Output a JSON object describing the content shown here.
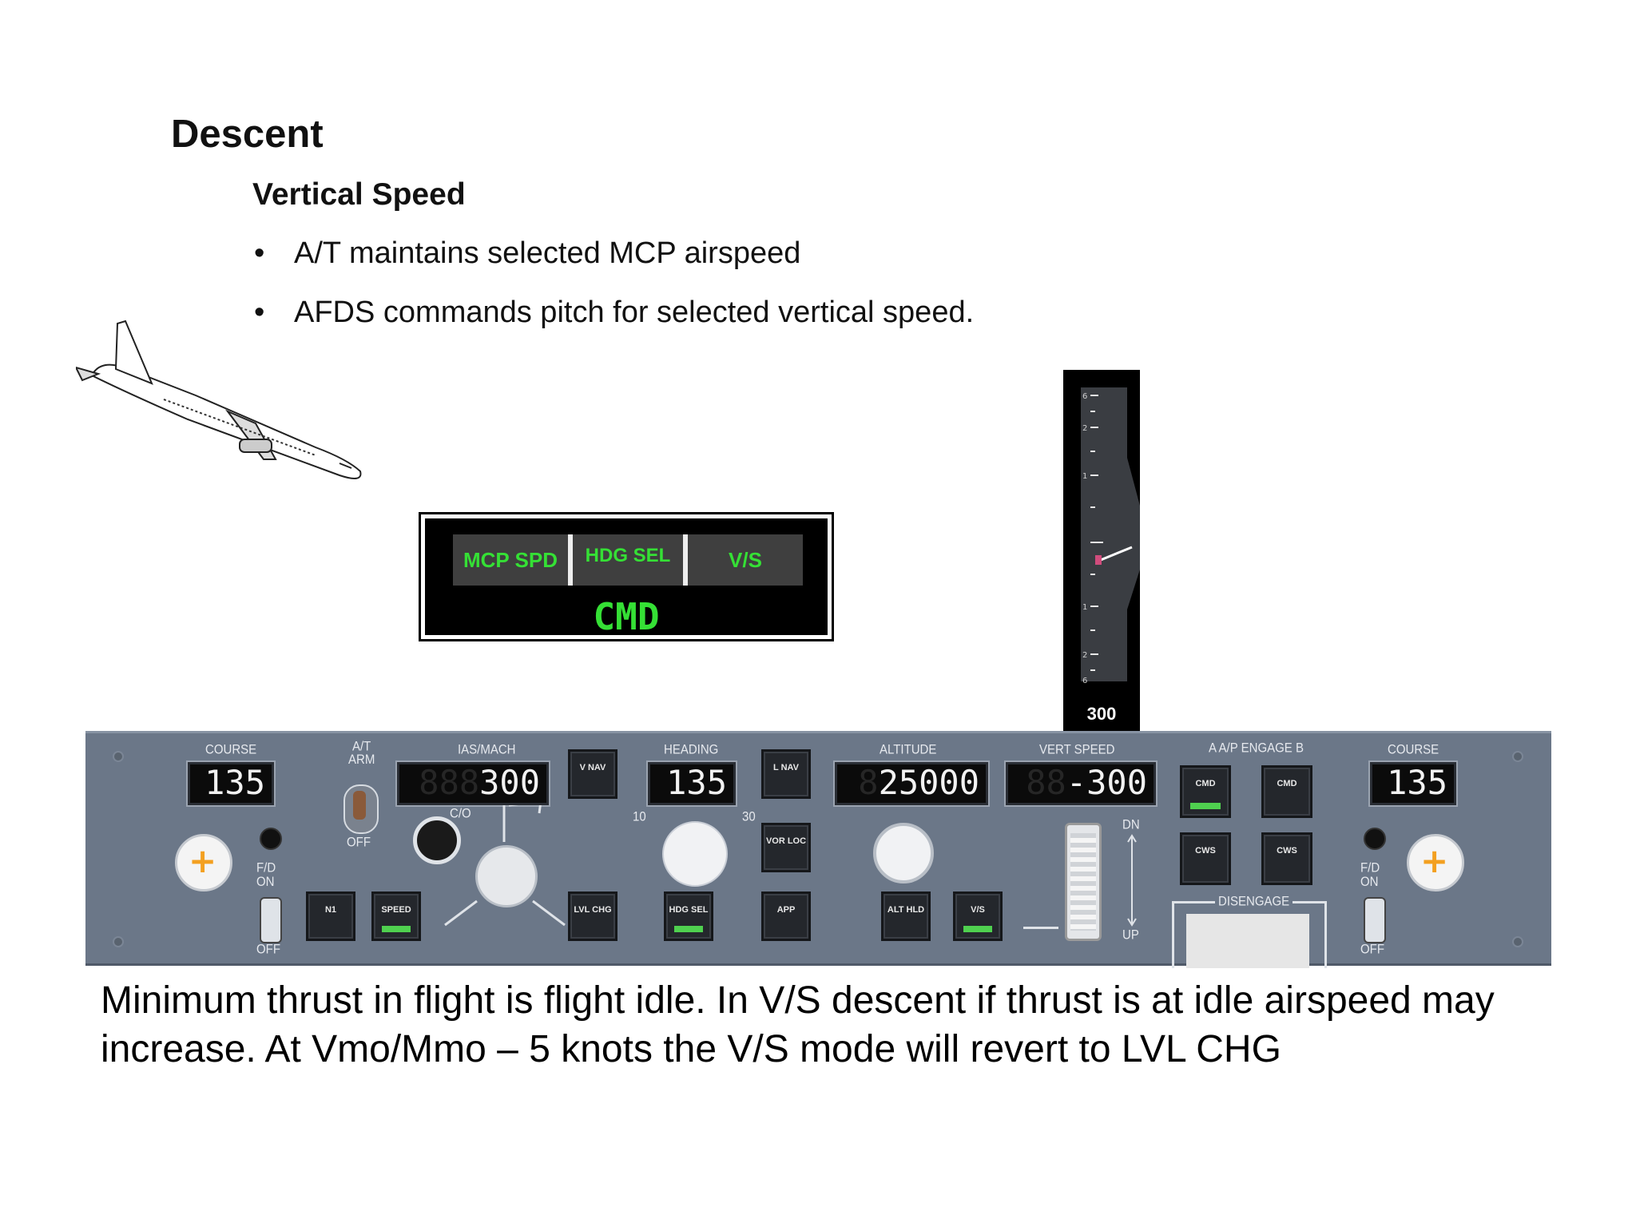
{
  "slide": {
    "title": "Descent",
    "subtitle": "Vertical Speed",
    "bullets": [
      "A/T maintains selected MCP airspeed",
      "AFDS commands pitch for selected vertical speed."
    ],
    "caption": "Minimum thrust in flight is flight idle. In V/S descent if thrust is at idle airspeed may increase. At Vmo/Mmo – 5 knots the V/S mode will revert to LVL CHG"
  },
  "fma": {
    "speed_mode": "MCP SPD",
    "roll_mode": "HDG SEL",
    "pitch_mode": "V/S",
    "ap_status": "CMD",
    "color": "#35e035"
  },
  "vsi": {
    "readout": "300",
    "scale_labels": [
      "6",
      "2",
      "1",
      "1",
      "2",
      "6"
    ]
  },
  "mcp": {
    "course_left": {
      "label": "COURSE",
      "value": "135"
    },
    "at_arm": {
      "label_top": "A/T\nARM",
      "label_off": "OFF"
    },
    "ias_mach": {
      "label": "IAS/MACH",
      "ghost": "888",
      "value": "300"
    },
    "co_label": "C/O",
    "heading": {
      "label": "HEADING",
      "value": "135",
      "bank_left": "10",
      "bank_right": "30"
    },
    "altitude": {
      "label": "ALTITUDE",
      "ghost": "8",
      "value": "25000"
    },
    "vert_speed": {
      "label": "VERT SPEED",
      "ghost": "88",
      "value": "-300",
      "dn": "DN",
      "up": "UP"
    },
    "ap_engage": {
      "label": "A/P ENGAGE",
      "a": "A",
      "b": "B",
      "disengage": "DISENGAGE"
    },
    "course_right": {
      "label": "COURSE",
      "value": "135"
    },
    "fd": {
      "label_on": "F/D\nON",
      "label_off": "OFF"
    },
    "buttons": {
      "n1": "N1",
      "speed": "SPEED",
      "vnav": "V NAV",
      "lvl_chg": "LVL CHG",
      "hdg_sel": "HDG SEL",
      "lnav": "L NAV",
      "vor_loc": "VOR LOC",
      "app": "APP",
      "alt_hld": "ALT HLD",
      "vs": "V/S",
      "cmd_a": "CMD",
      "cmd_b": "CMD",
      "cws_a": "CWS",
      "cws_b": "CWS"
    },
    "active_buttons": [
      "speed",
      "hdg_sel",
      "vs",
      "cmd_a"
    ],
    "panel_color": "#6b7788"
  }
}
